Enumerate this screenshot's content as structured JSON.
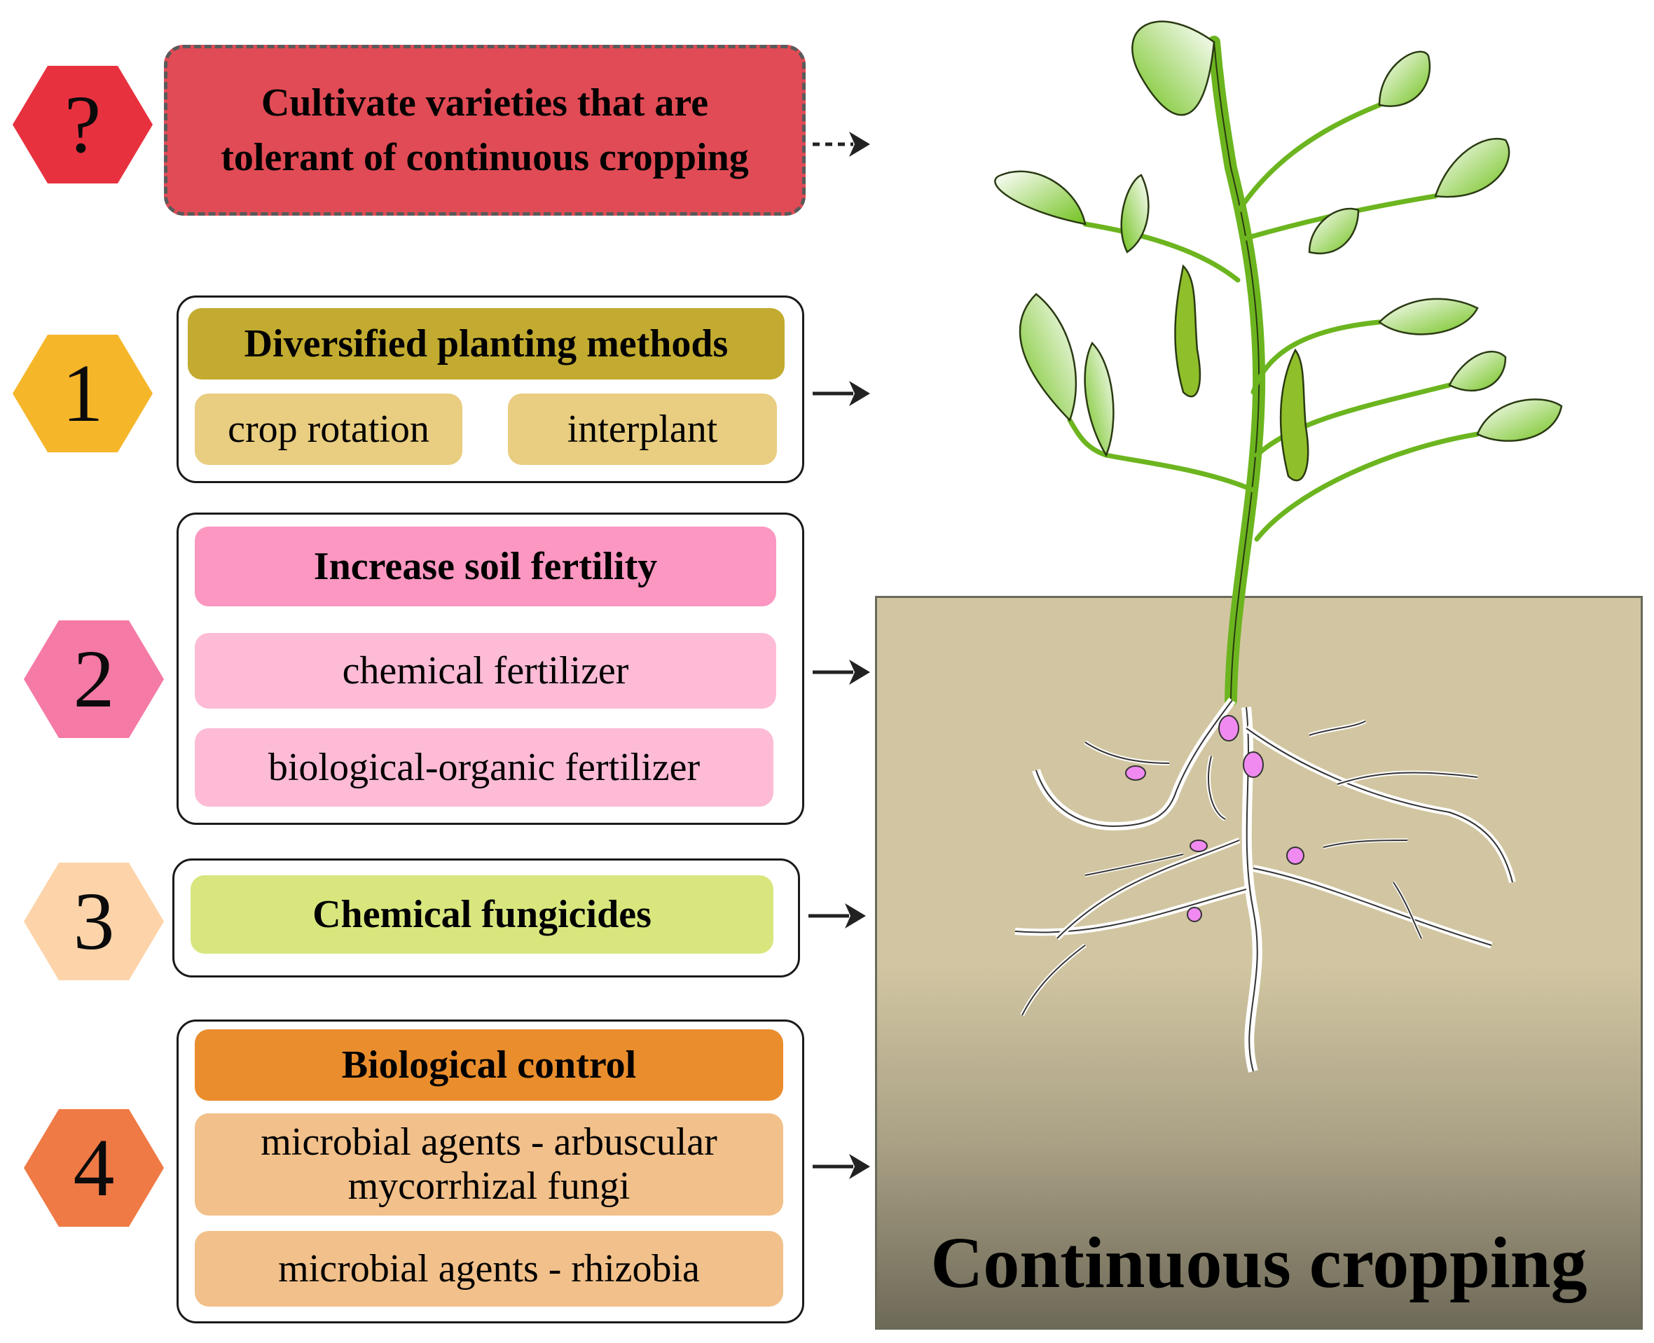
{
  "question": {
    "symbol": "?",
    "line1": "Cultivate varieties that are",
    "line2": "tolerant of continuous cropping"
  },
  "strategies": [
    {
      "number": "1",
      "heading": "Diversified planting methods",
      "items": [
        "crop rotation",
        "interplant"
      ]
    },
    {
      "number": "2",
      "heading": "Increase soil fertility",
      "items": [
        "chemical fertilizer",
        "biological-organic fertilizer"
      ]
    },
    {
      "number": "3",
      "heading": "Chemical fungicides",
      "items": []
    },
    {
      "number": "4",
      "heading": "Biological control",
      "items": [
        "microbial agents - arbuscular mycorrhizal fungi",
        "microbial agents - rhizobia"
      ]
    }
  ],
  "soil_label": "Continuous cropping",
  "colors": {
    "question_hex": "#e8313f",
    "question_box": "#e04b55",
    "hex1": "#f5b62a",
    "hex2": "#f57aa6",
    "hex3": "#fdd4aa",
    "hex4": "#ef7a45",
    "head1": "#c2ab30",
    "item1": "#e9cd80",
    "head2": "#fb97c1",
    "item2": "#fdbbd6",
    "head3": "#d9e67e",
    "head4": "#ea8d2d",
    "item4": "#f2c08a",
    "leaf": "#7cc52a",
    "soil": "#d2c6a2",
    "nodule": "#f08af0"
  }
}
